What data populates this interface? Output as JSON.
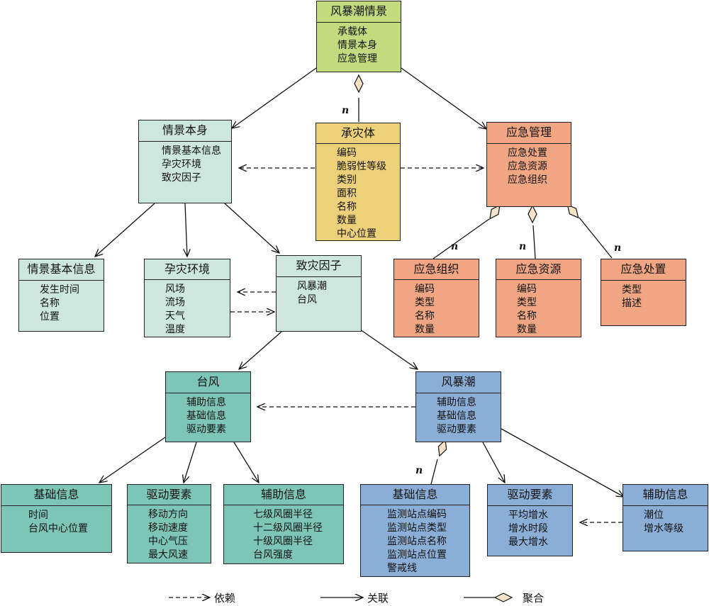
{
  "colors": {
    "green": "#c3db7e",
    "mint": "#cde7df",
    "yellow": "#ecd07a",
    "salmon": "#f1a683",
    "teal": "#7dc6b7",
    "blue": "#8aaed6"
  },
  "boxes": {
    "root": {
      "title": "风暴潮情景",
      "attrs": [
        "承载体",
        "情景本身",
        "应急管理"
      ]
    },
    "scene": {
      "title": "情景本身",
      "attrs": [
        "情景基本信息",
        "孕灾环境",
        "致灾因子"
      ]
    },
    "carrier": {
      "title": "承灾体",
      "attrs": [
        "编码",
        "脆弱性等级",
        "类别",
        "面积",
        "名称",
        "数量",
        "中心位置"
      ]
    },
    "emergency": {
      "title": "应急管理",
      "attrs": [
        "应急处置",
        "应急资源",
        "应急组织"
      ]
    },
    "scene_info": {
      "title": "情景基本信息",
      "attrs": [
        "发生时间",
        "名称",
        "位置"
      ]
    },
    "environment": {
      "title": "孕灾环境",
      "attrs": [
        "风场",
        "流场",
        "天气",
        "温度"
      ]
    },
    "factor": {
      "title": "致灾因子",
      "attrs": [
        "风暴潮",
        "台风"
      ]
    },
    "org": {
      "title": "应急组织",
      "attrs": [
        "编码",
        "类型",
        "名称",
        "数量"
      ]
    },
    "resource": {
      "title": "应急资源",
      "attrs": [
        "编码",
        "类型",
        "名称",
        "数量"
      ]
    },
    "disposal": {
      "title": "应急处置",
      "attrs": [
        "类型",
        "描述"
      ]
    },
    "typhoon": {
      "title": "台风",
      "attrs": [
        "辅助信息",
        "基础信息",
        "驱动要素"
      ]
    },
    "surge": {
      "title": "风暴潮",
      "attrs": [
        "辅助信息",
        "基础信息",
        "驱动要素"
      ]
    },
    "ty_basic": {
      "title": "基础信息",
      "attrs": [
        "时间",
        "台风中心位置"
      ]
    },
    "ty_driver": {
      "title": "驱动要素",
      "attrs": [
        "移动方向",
        "移动速度",
        "中心气压",
        "最大风速"
      ]
    },
    "ty_aux": {
      "title": "辅助信息",
      "attrs": [
        "七级风圈半径",
        "十二级风圈半径",
        "十级风圈半径",
        "台风强度"
      ]
    },
    "su_basic": {
      "title": "基础信息",
      "attrs": [
        "监测站点编码",
        "监测站点类型",
        "监测站点名称",
        "监测站点位置",
        "警戒线"
      ]
    },
    "su_driver": {
      "title": "驱动要素",
      "attrs": [
        "平均增水",
        "增水时段",
        "最大增水"
      ]
    },
    "su_aux": {
      "title": "辅助信息",
      "attrs": [
        "潮位",
        "增水等级"
      ]
    }
  },
  "multiplicity": "n",
  "legend": {
    "dependency": "依赖",
    "association": "关联",
    "aggregation": "聚合"
  }
}
